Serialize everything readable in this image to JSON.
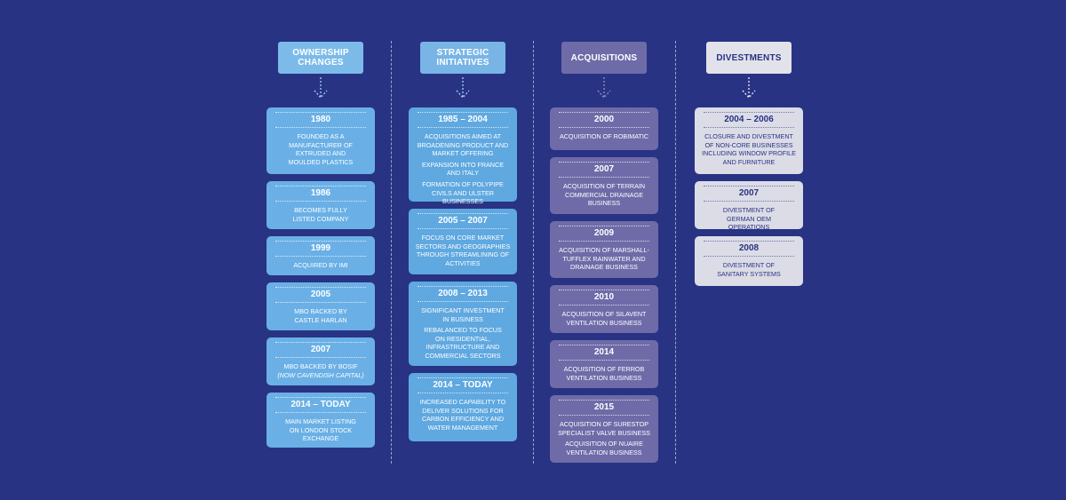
{
  "columns": [
    {
      "header": [
        "OWNERSHIP",
        "CHANGES"
      ],
      "cards": [
        {
          "year": "1980",
          "lines": [
            "FOUNDED AS A MANUFACTURER OF EXTRUDED AND MOULDED PLASTICS"
          ]
        },
        {
          "year": "1986",
          "lines": [
            "BECOMES FULLY LISTED COMPANY"
          ]
        },
        {
          "year": "1999",
          "lines": [
            "ACQUIRED BY IMI"
          ]
        },
        {
          "year": "2005",
          "lines": [
            "MBO BACKED BY CASTLE HARLAN"
          ]
        },
        {
          "year": "2007",
          "lines": [
            "MBO BACKED BY BOSIF",
            "(NOW CAVENDISH CAPITAL)"
          ]
        },
        {
          "year": "2014 – TODAY",
          "lines": [
            "MAIN MARKET LISTING ON LONDON STOCK EXCHANGE"
          ]
        }
      ]
    },
    {
      "header": [
        "STRATEGIC",
        "INITIATIVES"
      ],
      "cards": [
        {
          "year": "1985 – 2004",
          "lines": [
            "ACQUISITIONS AIMED AT BROADENING PRODUCT AND MARKET OFFERING",
            "EXPANSION INTO FRANCE AND ITALY",
            "FORMATION OF POLYPIPE CIVILS AND ULSTER BUSINESSES"
          ]
        },
        {
          "year": "2005 – 2007",
          "lines": [
            "FOCUS ON CORE MARKET SECTORS AND GEOGRAPHIES THROUGH STREAMLINING OF ACTIVITIES"
          ]
        },
        {
          "year": "2008 – 2013",
          "lines": [
            "SIGNIFICANT INVESTMENT IN BUSINESS",
            "REBALANCED TO FOCUS ON RESIDENTIAL, INFRASTRUCTURE AND COMMERCIAL SECTORS"
          ]
        },
        {
          "year": "2014 – TODAY",
          "lines": [
            "INCREASED CAPABILITY TO DELIVER SOLUTIONS FOR CARBON EFFICIENCY AND WATER MANAGEMENT"
          ]
        }
      ]
    },
    {
      "header": [
        "ACQUISITIONS"
      ],
      "cards": [
        {
          "year": "2000",
          "lines": [
            "ACQUISITION OF ROBIMATIC"
          ]
        },
        {
          "year": "2007",
          "lines": [
            "ACQUISITION OF TERRAIN COMMERCIAL DRAINAGE BUSINESS"
          ]
        },
        {
          "year": "2009",
          "lines": [
            "ACQUISITION OF MARSHALL-TUFFLEX RAINWATER AND DRAINAGE BUSINESS"
          ]
        },
        {
          "year": "2010",
          "lines": [
            "ACQUISITION OF SILAVENT VENTILATION BUSINESS"
          ]
        },
        {
          "year": "2014",
          "lines": [
            "ACQUISITION OF FERROB VENTILATION BUSINESS"
          ]
        },
        {
          "year": "2015",
          "lines": [
            "ACQUISITION OF SURESTOP SPECIALIST VALVE BUSINESS",
            "ACQUISITION OF NUAIRE VENTILATION BUSINESS"
          ]
        }
      ]
    },
    {
      "header": [
        "DIVESTMENTS"
      ],
      "cards": [
        {
          "year": "2004 – 2006",
          "lines": [
            "CLOSURE AND DIVESTMENT OF NON-CORE BUSINESSES INCLUDING WINDOW PROFILE AND FURNITURE"
          ]
        },
        {
          "year": "2007",
          "lines": [
            "DIVESTMENT OF GERMAN OEM OPERATIONS"
          ]
        },
        {
          "year": "2008",
          "lines": [
            "DIVESTMENT OF SANITARY SYSTEMS"
          ]
        }
      ]
    }
  ]
}
